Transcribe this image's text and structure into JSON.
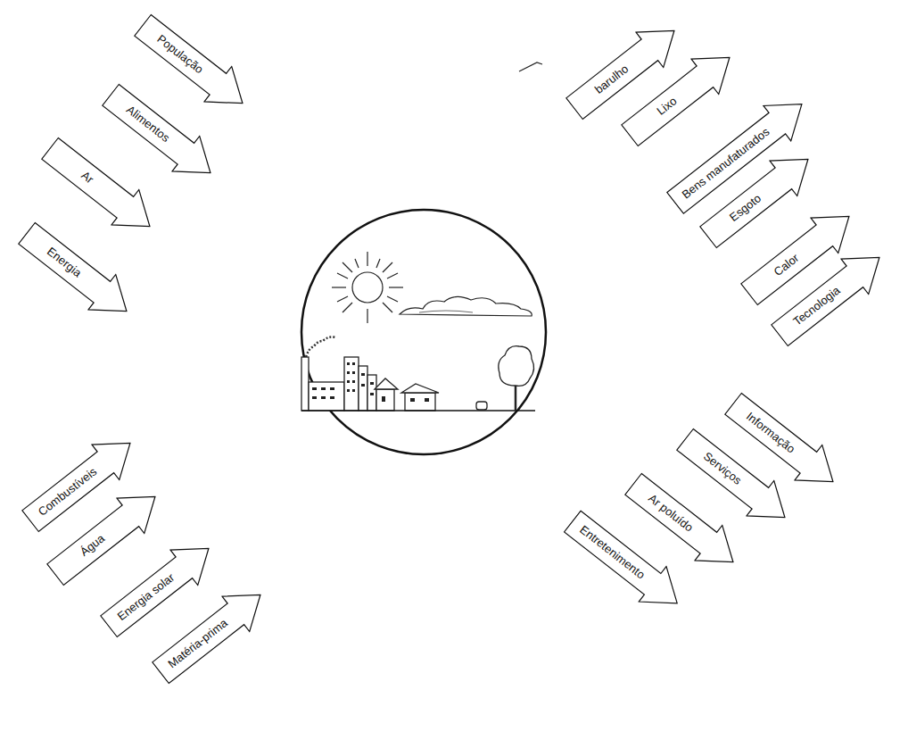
{
  "diagram": {
    "nodes": [
      {
        "text": [
          "População"
        ]
      },
      {
        "text": [
          "Alimentos"
        ]
      },
      {
        "text": [
          "Ar"
        ]
      },
      {
        "text": [
          "Energia"
        ]
      },
      {
        "text": [
          "barulho"
        ]
      },
      {
        "text": [
          "Lixo"
        ]
      },
      {
        "text": [
          "Bens manufaturados"
        ]
      },
      {
        "text": [
          "Esgoto"
        ]
      },
      {
        "text": [
          "Calor"
        ]
      },
      {
        "text": [
          "Tecnologia"
        ]
      },
      {
        "text": [
          "Combustíveis"
        ]
      },
      {
        "text": [
          "Água"
        ]
      },
      {
        "text": [
          "Energia solar"
        ]
      },
      {
        "text": [
          "Matéria-prima"
        ]
      },
      {
        "text": [
          "Informação"
        ]
      },
      {
        "text": [
          "Serviços"
        ]
      },
      {
        "text": [
          "Ar poluído"
        ]
      },
      {
        "text": [
          "Entretenimento"
        ]
      }
    ]
  }
}
